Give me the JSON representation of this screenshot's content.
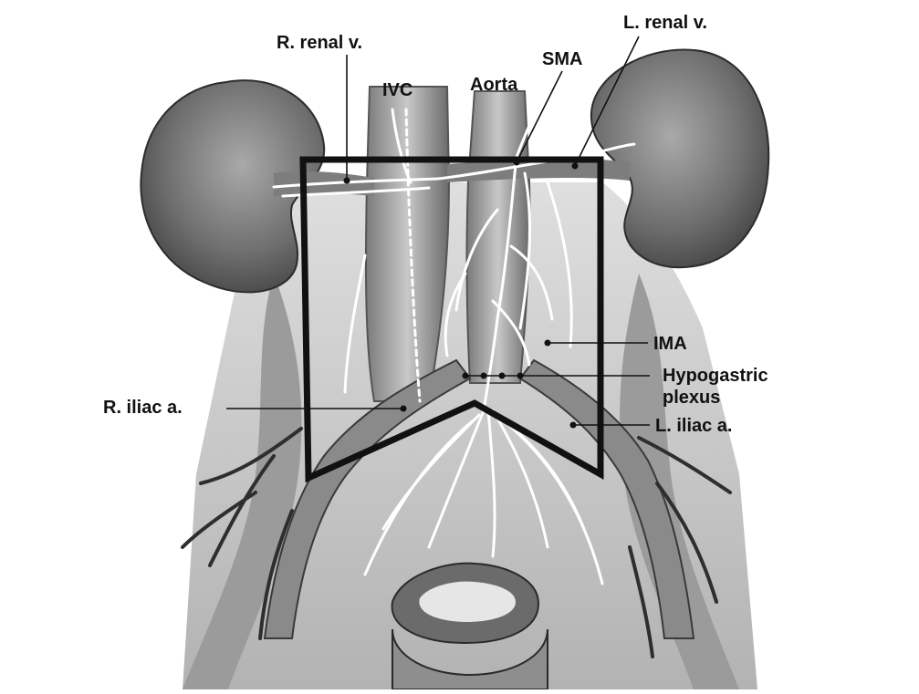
{
  "labels": {
    "r_renal_v": "R. renal v.",
    "l_renal_v": "L. renal v.",
    "sma": "SMA",
    "ivc": "IVC",
    "aorta": "Aorta",
    "ima": "IMA",
    "hypogastric_plexus": "Hypogastric\nplexus",
    "r_iliac_a": "R. iliac a.",
    "l_iliac_a": "L. iliac a."
  },
  "colors": {
    "background": "#ffffff",
    "ink": "#111111",
    "tissue_dark": "#4a4a4a",
    "tissue_mid": "#8c8c8c",
    "tissue_light": "#cfcfcf",
    "nerve": "#ffffff",
    "frame": "#111111"
  }
}
